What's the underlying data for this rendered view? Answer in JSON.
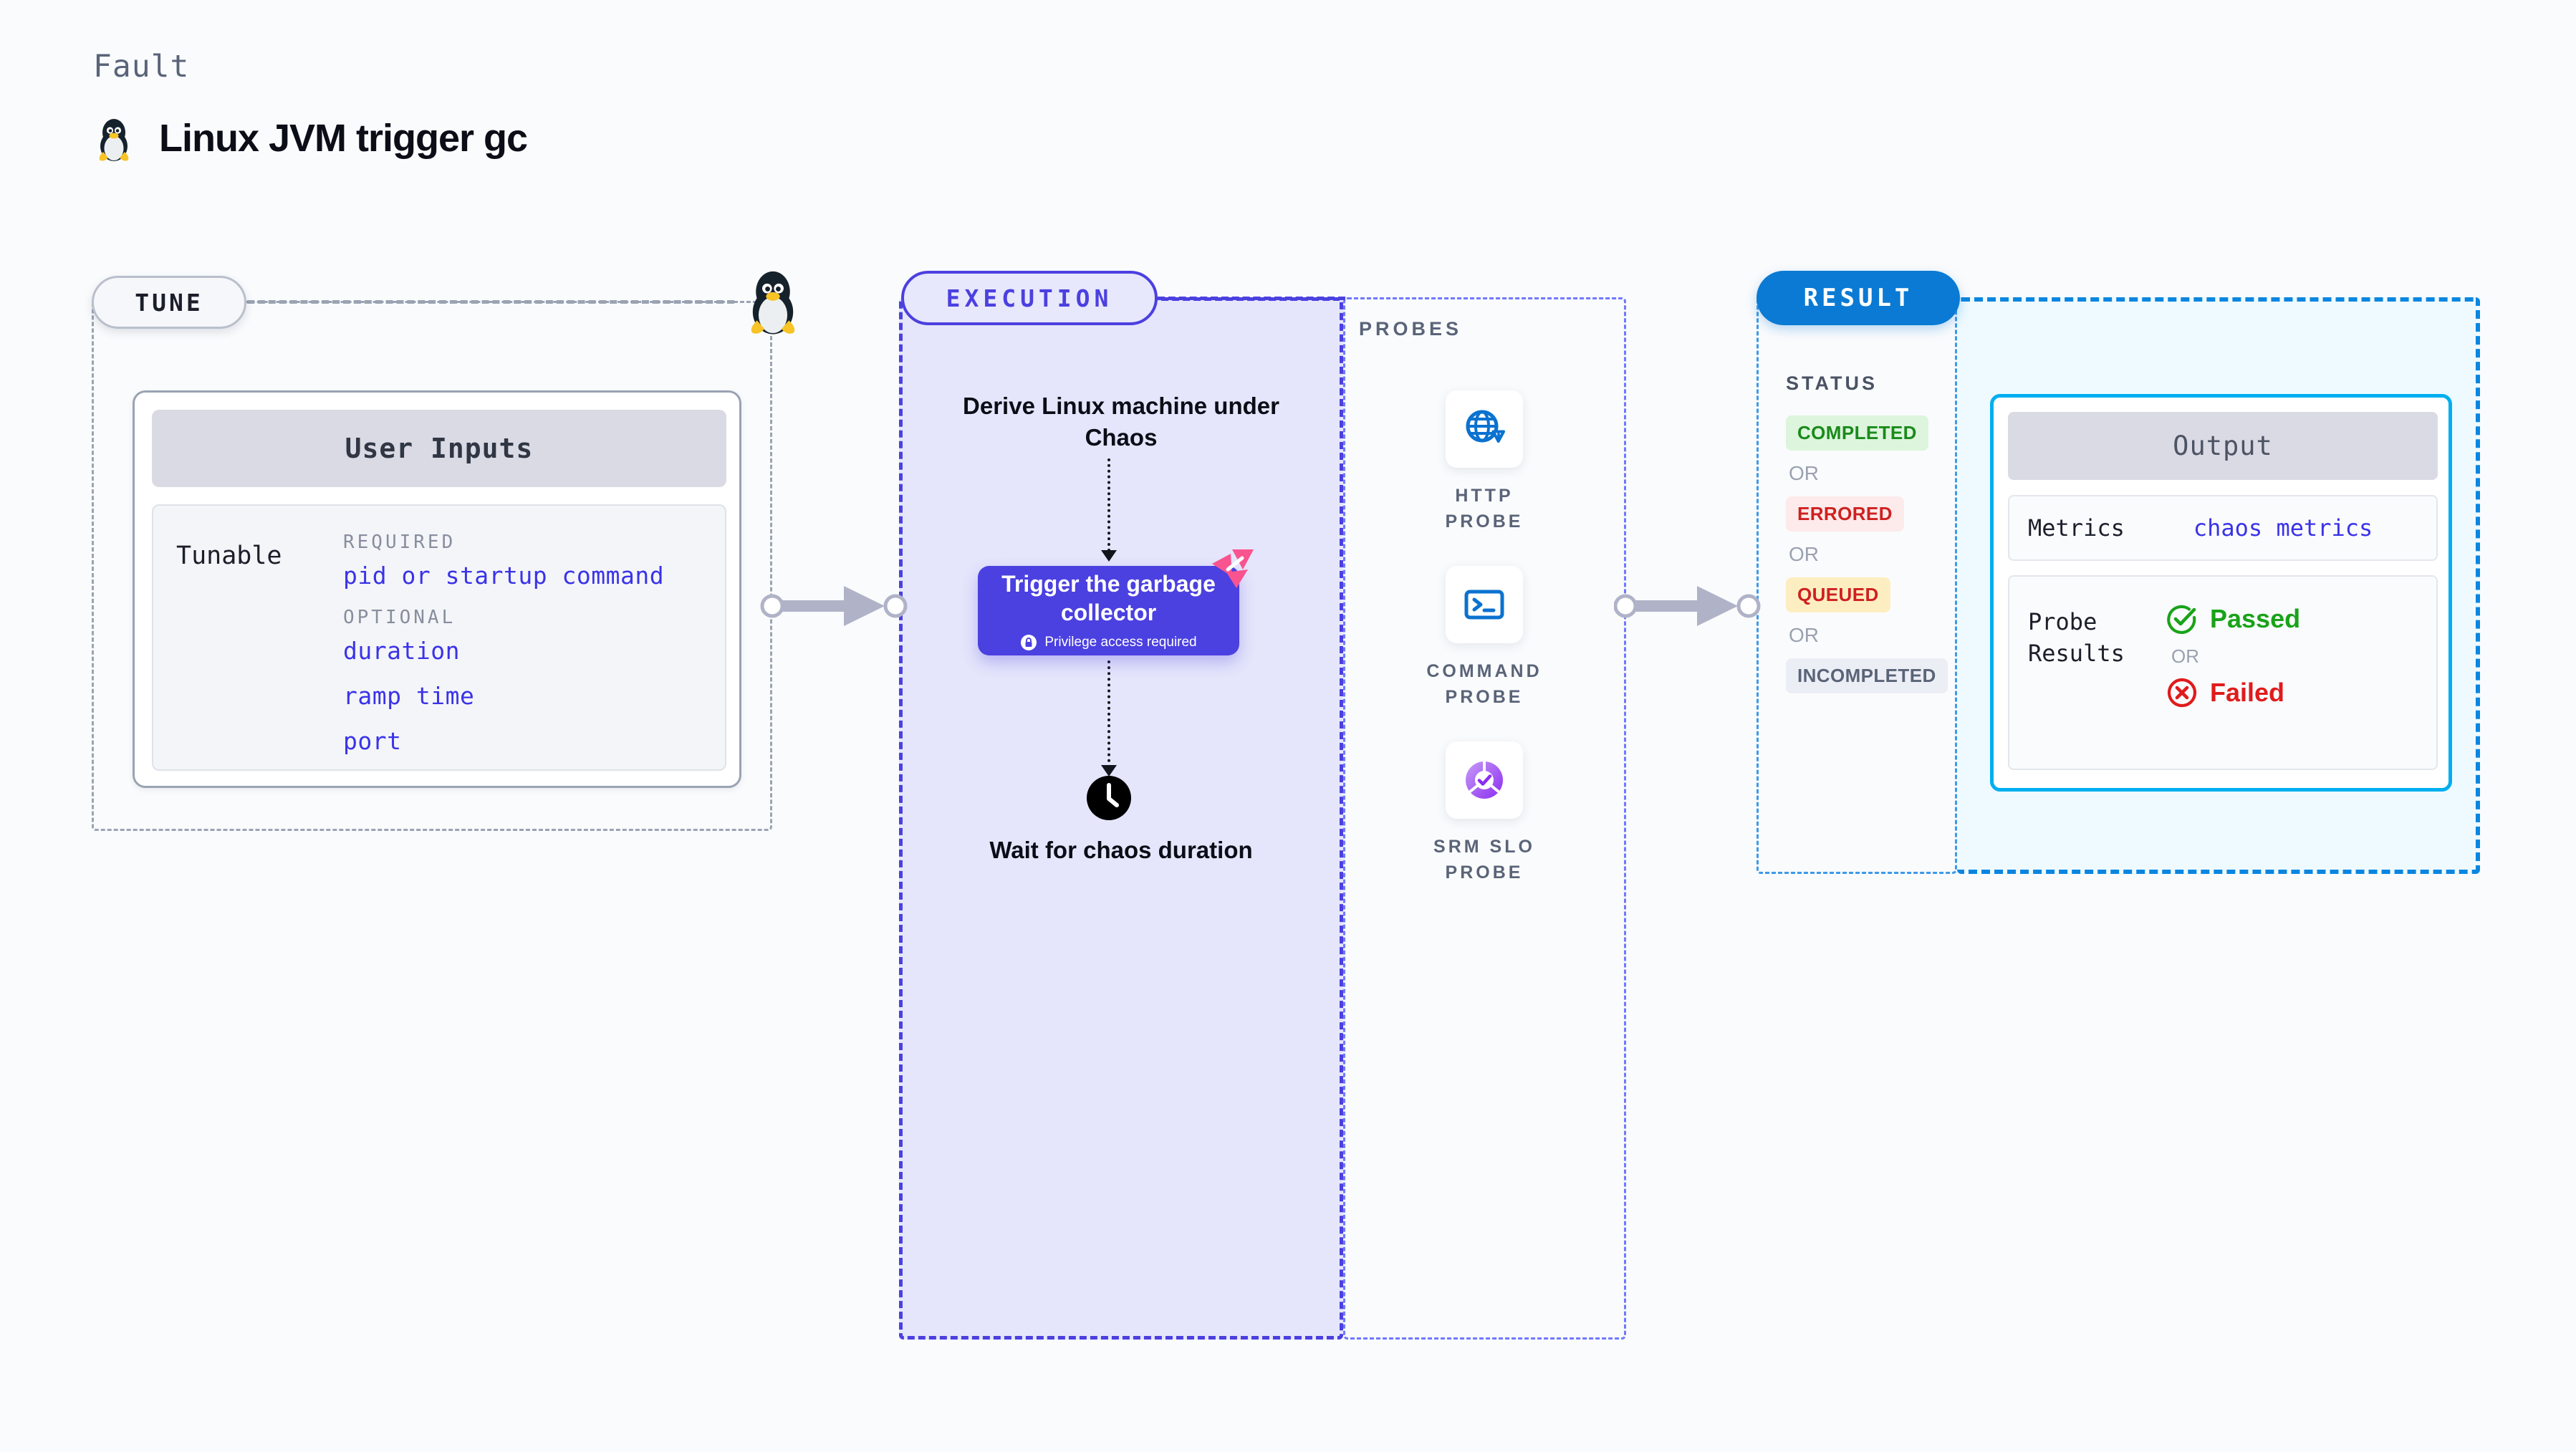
{
  "header": {
    "kicker": "Fault",
    "title": "Linux JVM trigger gc",
    "icon": "tux-penguin-icon"
  },
  "tune": {
    "badge": "TUNE",
    "corner_icon": "tux-penguin-icon",
    "card_header": "User Inputs",
    "tunable_label": "Tunable",
    "groups": [
      {
        "label": "REQUIRED",
        "fields": [
          "pid or startup command"
        ]
      },
      {
        "label": "OPTIONAL",
        "fields": [
          "duration",
          "ramp time",
          "port"
        ]
      }
    ]
  },
  "execution": {
    "badge": "EXECUTION",
    "step_derive": "Derive Linux machine under Chaos",
    "action_card": {
      "title": "Trigger the garbage collector",
      "note": "Privilege access required",
      "note_icon": "lock-icon",
      "corner_icon": "litmus-chaos-icon"
    },
    "wait_icon": "clock-icon",
    "wait_text": "Wait for chaos duration"
  },
  "probes": {
    "label": "PROBES",
    "items": [
      {
        "label": "HTTP PROBE",
        "icon": "globe-warning-icon"
      },
      {
        "label": "COMMAND PROBE",
        "icon": "terminal-icon"
      },
      {
        "label": "SRM SLO PROBE",
        "icon": "slo-donut-check-icon"
      }
    ]
  },
  "result": {
    "badge": "RESULT",
    "status_label": "STATUS",
    "or_text": "OR",
    "statuses": [
      {
        "text": "COMPLETED",
        "bg": "#dcf5dc",
        "fg": "#1a8a1a"
      },
      {
        "text": "ERRORED",
        "bg": "#fdeaea",
        "fg": "#cf2020"
      },
      {
        "text": "QUEUED",
        "bg": "#fdeec2",
        "fg": "#cf2020"
      },
      {
        "text": "INCOMPLETED",
        "bg": "#eceef5",
        "fg": "#5a6478"
      }
    ],
    "output": {
      "header": "Output",
      "metrics_key": "Metrics",
      "metrics_value": "chaos metrics",
      "probe_results_key": "Probe Results",
      "passed": {
        "text": "Passed",
        "color": "#19a319",
        "icon": "check-circle-icon"
      },
      "failed": {
        "text": "Failed",
        "color": "#e01b1b",
        "icon": "x-circle-icon"
      },
      "or_text": "OR"
    }
  },
  "colors": {
    "tune_border": "#9aa3b2",
    "execution": "#4b40e0",
    "probes_border": "#6f79ff",
    "result": "#0a7ad4",
    "output_border": "#00aeef",
    "link_text": "#3a33e8",
    "connector": "#b0b3c7"
  }
}
